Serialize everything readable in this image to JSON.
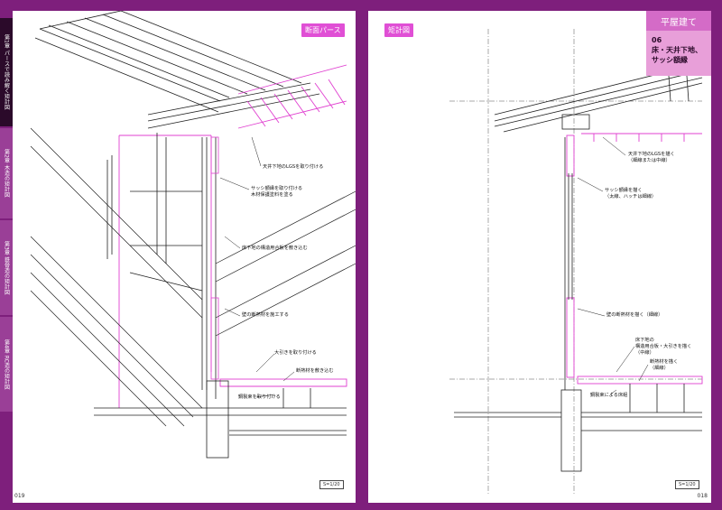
{
  "left_page": {
    "side_tabs": [
      {
        "label": "第1章 パースで読み解く矩計図",
        "active": true
      },
      {
        "label": "第2章 木造の矩計図",
        "active": false
      },
      {
        "label": "第3章 鉄骨造の矩計図",
        "active": false
      },
      {
        "label": "第4章 RC造の矩計図",
        "active": false
      }
    ],
    "tag": "断面パース",
    "annotations": [
      "天井下地のLGSを取り付ける",
      "サッシ額縁を取り付ける",
      "木材保護塗料を塗る",
      "床下地の構造用合板を敷き込む",
      "壁の断熱材を施工する",
      "大引きを取り付ける",
      "断熱材を敷き込む",
      "鋼製束を取り付ける"
    ],
    "scale": "S=1/20",
    "page_number": "019"
  },
  "right_page": {
    "tag": "矩計図",
    "header": {
      "category": "平屋建て",
      "number": "06",
      "title_line1": "床・天井下地、",
      "title_line2": "サッシ額縁"
    },
    "annotations": [
      "天井下地のLGSを描く",
      "（細線または中線）",
      "サッシ額縁を描く",
      "（太線、ハッチは細線）",
      "壁の断熱材を描く（細線）",
      "床下地の",
      "構造用合板・大引きを描く",
      "（中線）",
      "断熱材を描く",
      "（細線）",
      "鋼製束による床組"
    ],
    "scale": "S=1/20",
    "page_number": "018"
  },
  "colors": {
    "spread_background": "#7e1f7c",
    "accent_pink": "#e04fd5",
    "header_pink": "#e89fd9",
    "line_magenta": "#e040d0"
  }
}
